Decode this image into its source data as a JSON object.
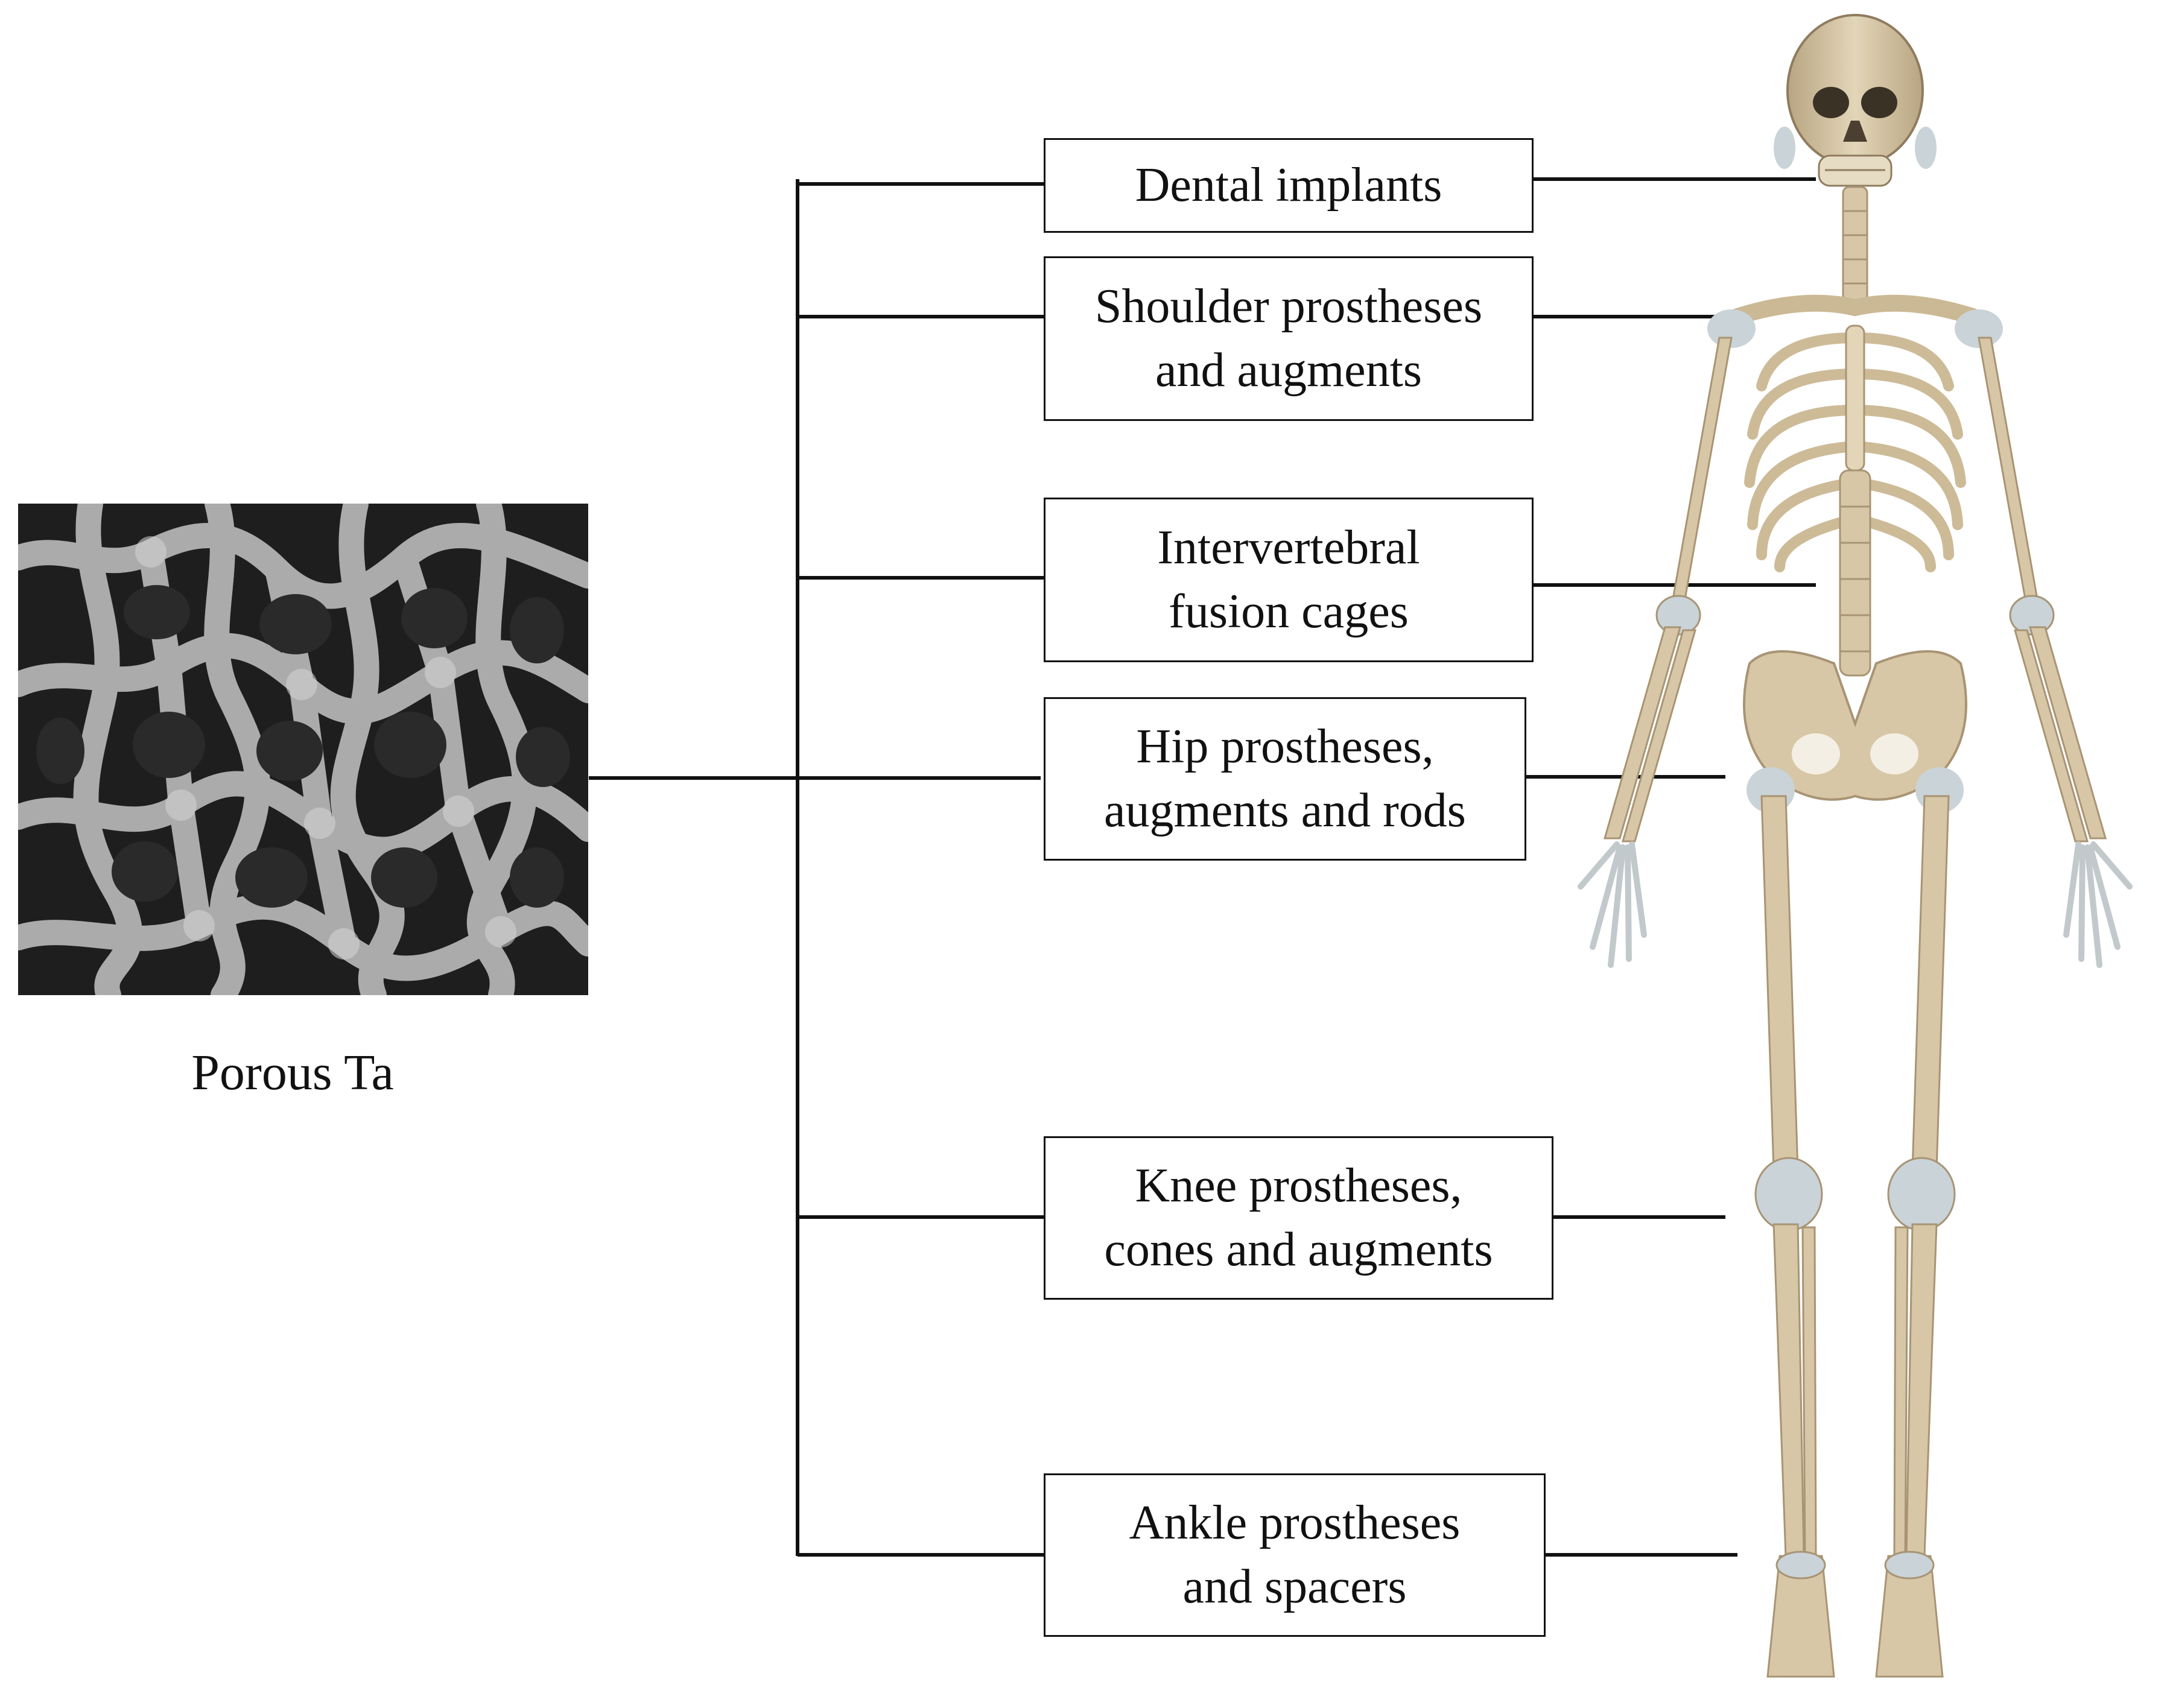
{
  "material": {
    "caption": "Porous Ta"
  },
  "applications": [
    {
      "id": "dental",
      "label": "Dental implants"
    },
    {
      "id": "shoulder",
      "label": "Shoulder prostheses\nand augments"
    },
    {
      "id": "spine",
      "label": "Intervertebral\nfusion cages"
    },
    {
      "id": "hip",
      "label": "Hip prostheses,\naugments and rods"
    },
    {
      "id": "knee",
      "label": "Knee prostheses,\ncones and augments"
    },
    {
      "id": "ankle",
      "label": "Ankle prostheses\nand spacers"
    }
  ],
  "colors": {
    "line": "#111111",
    "bone": "#d8c7a6",
    "bone_shadow": "#a89474",
    "cartilage": "#c9d3d8",
    "sem_bg": "#1c1c1c",
    "sem_strut": "#b9b9b9"
  }
}
